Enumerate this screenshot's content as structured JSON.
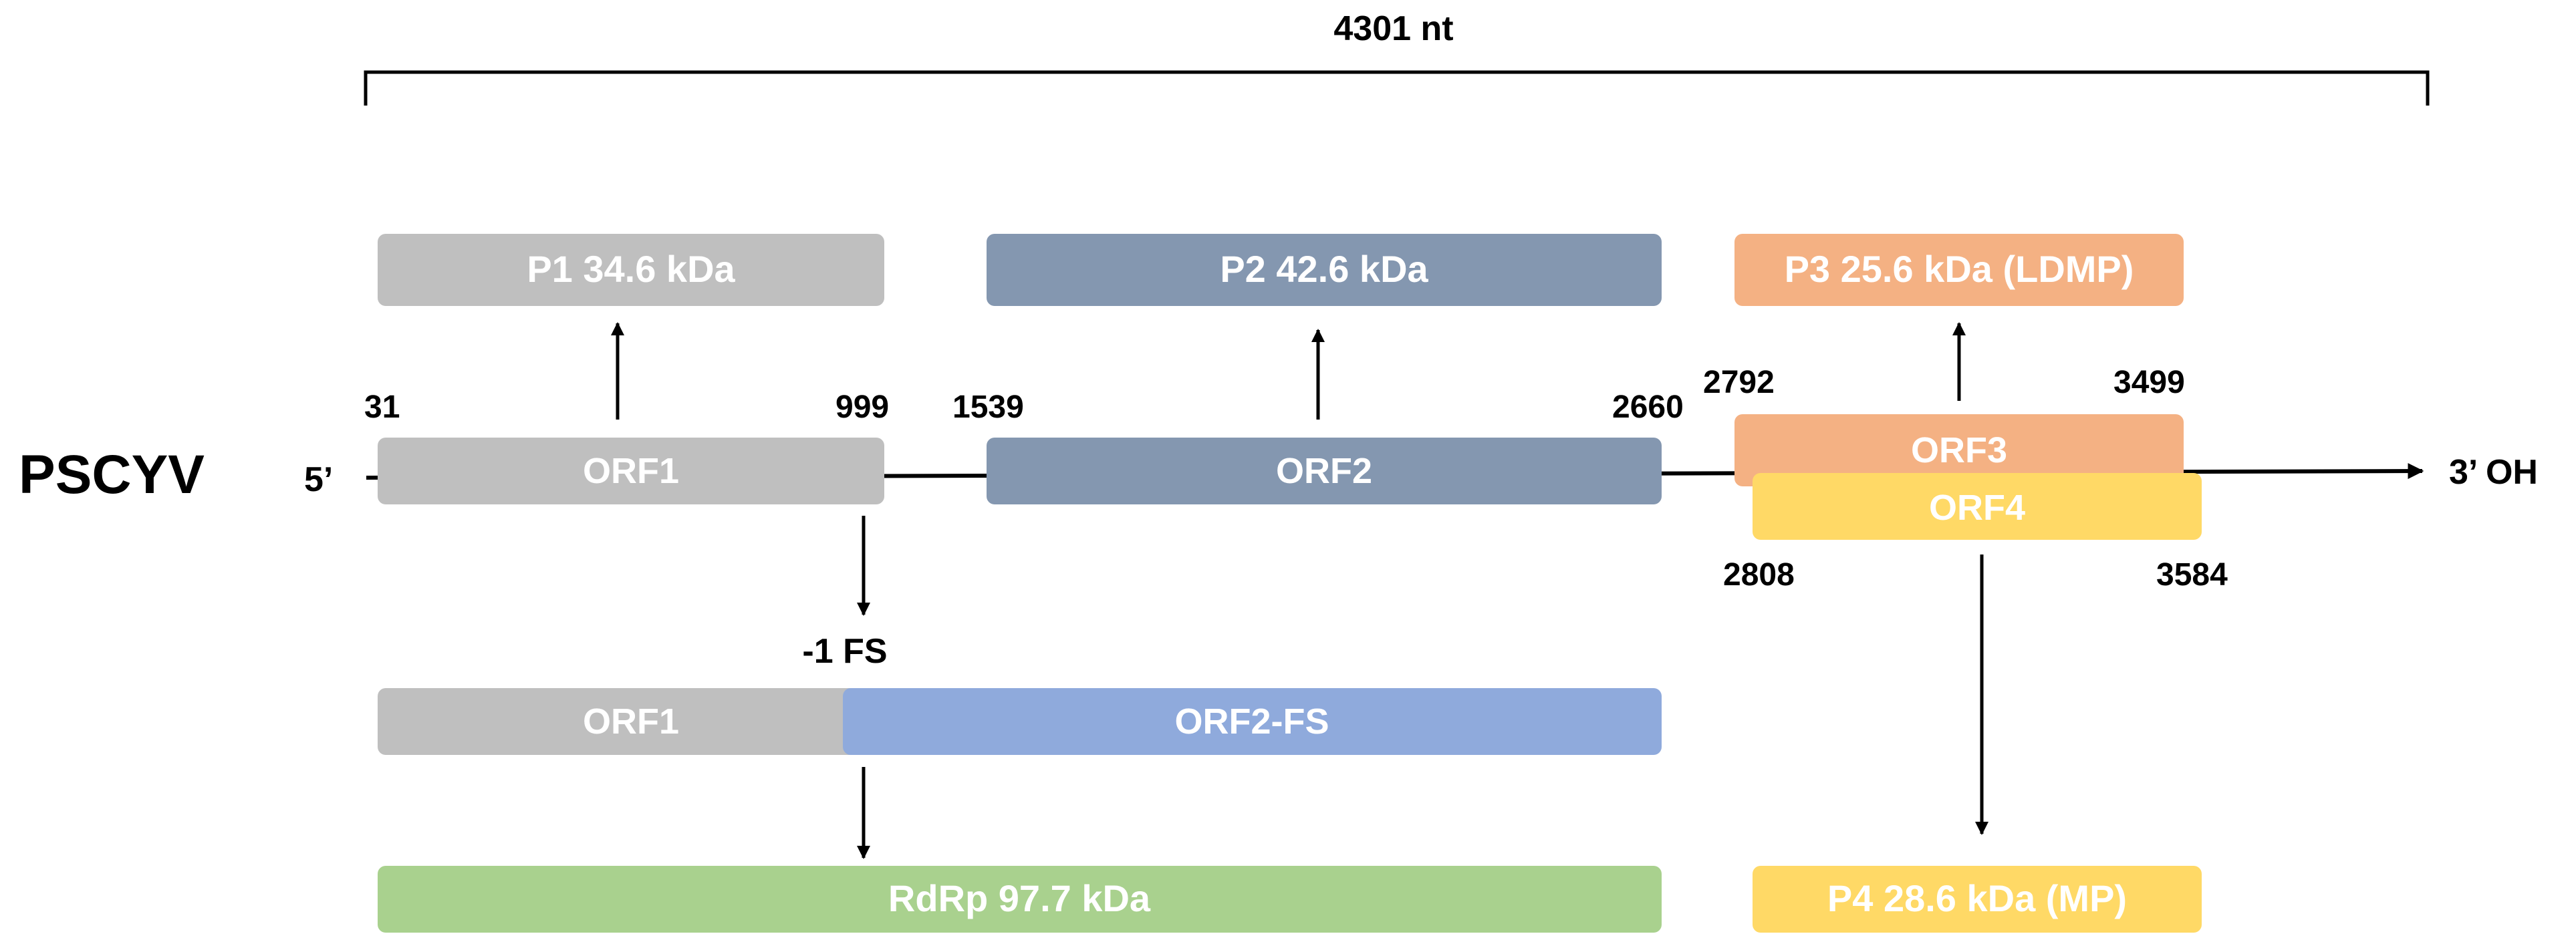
{
  "genome": {
    "name": "PSCYV",
    "length_label": "4301 nt",
    "five_prime": "5’",
    "three_prime": "3’ OH"
  },
  "orfs": {
    "orf1": {
      "label": "ORF1",
      "start": "31",
      "end": "999"
    },
    "orf2": {
      "label": "ORF2",
      "start": "1539",
      "end": "2660"
    },
    "orf3": {
      "label": "ORF3",
      "start": "2792",
      "end": "3499"
    },
    "orf4": {
      "label": "ORF4",
      "start": "2808",
      "end": "3584"
    }
  },
  "frameshift": {
    "label": "-1 FS",
    "orf1_label": "ORF1",
    "orf2fs_label": "ORF2-FS"
  },
  "proteins": {
    "p1": "P1 34.6 kDa",
    "p2": "P2 42.6 kDa",
    "p3": "P3 25.6 kDa (LDMP)",
    "p4": "P4 28.6 kDa (MP)",
    "rdrp": "RdRp 97.7 kDa"
  },
  "colors": {
    "orf1": "#bfbfbf",
    "orf2": "#8497b0",
    "orf3": "#f4b183",
    "orf4": "#ffd966",
    "orf2fs": "#8faadc",
    "rdrp": "#a9d18e"
  }
}
